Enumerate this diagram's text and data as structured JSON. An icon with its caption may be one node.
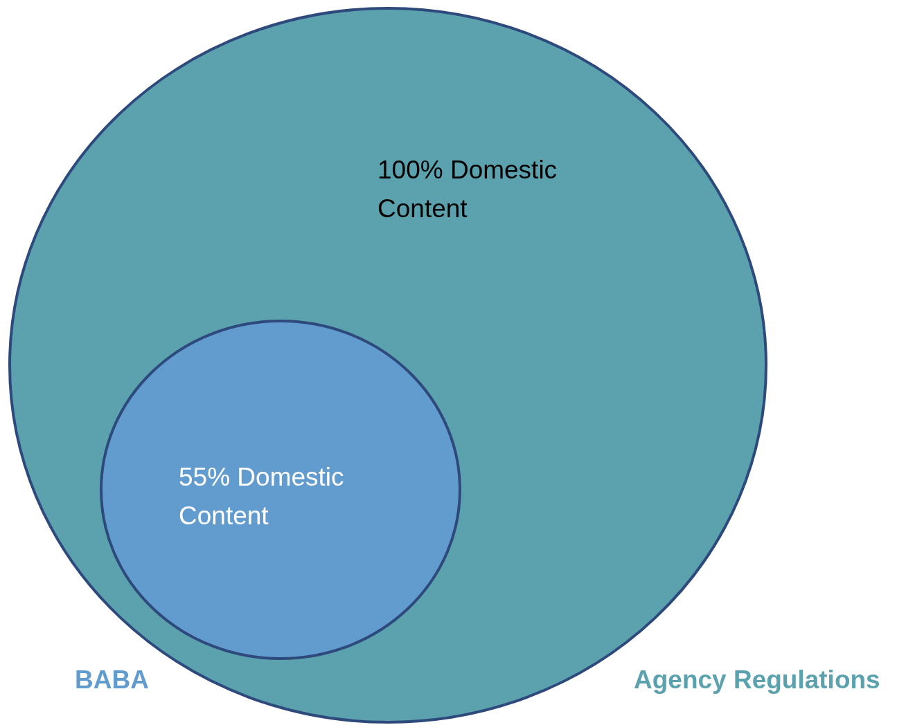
{
  "diagram": {
    "nodes": [
      {
        "text": [
          "Agency Regulations",
          "100% Domestic Content"
        ]
      },
      {
        "text": [
          "BABA",
          "55% Domestic Content"
        ],
        "in": 0
      }
    ]
  }
}
